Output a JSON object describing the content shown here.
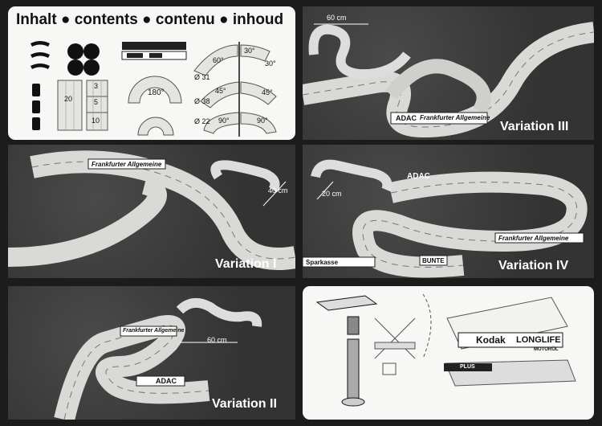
{
  "contents": {
    "title": "Inhalt ● contents ● contenu ● inhoud",
    "straights": [
      "20",
      "3",
      "5",
      "10"
    ],
    "curve_180": "180°",
    "diameters": [
      "Ø 31",
      "Ø 38",
      "Ø 22"
    ],
    "angles": [
      "60°",
      "30°",
      "30°",
      "45°",
      "45°",
      "90°",
      "90°"
    ]
  },
  "variations": {
    "v1": {
      "label": "Variation I",
      "dimension": "40 cm"
    },
    "v2": {
      "label": "Variation II",
      "dimension": "60 cm"
    },
    "v3": {
      "label": "Variation III",
      "dimension": "60 cm"
    },
    "v4": {
      "label": "Variation IV",
      "dimension": "20 cm"
    }
  },
  "banners": {
    "adac": "ADAC",
    "newspaper": "Frankfurter Allgemeine",
    "bunte": "BUNTE",
    "sparkasse": "Sparkasse",
    "kodak": "Kodak",
    "longlife": "LONGLIFE",
    "motoroel": "MOTORÖL",
    "plus": "PLUS"
  },
  "colors": {
    "paper": "#f7f7f5",
    "photo": "#3d3d3d",
    "track": "#d9d9d5"
  }
}
